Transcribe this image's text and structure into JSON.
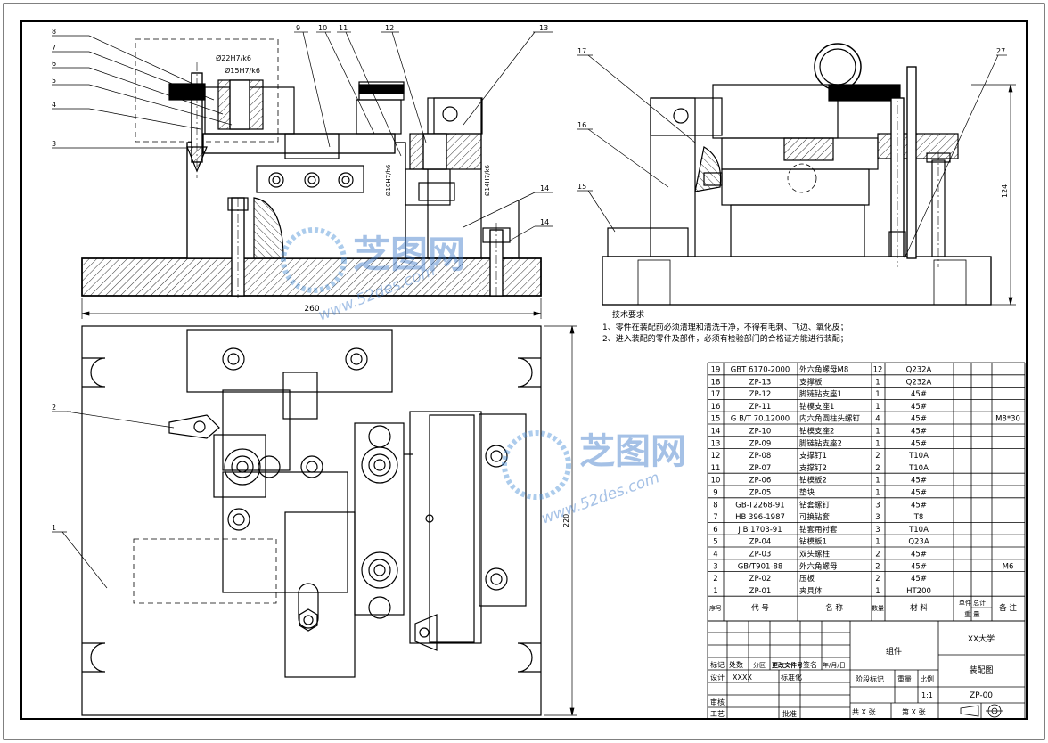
{
  "callouts": [
    "8",
    "7",
    "6",
    "5",
    "4",
    "3",
    "9",
    "10",
    "11",
    "12",
    "13",
    "14",
    "14",
    "17",
    "16",
    "15",
    "27",
    "2",
    "1"
  ],
  "fits": [
    "Ø22H7/k6",
    "Ø15H7/k6",
    "Ø10H7/h6",
    "Ø14H7/k6"
  ],
  "dimensions": {
    "width_front": "260",
    "height_top": "220",
    "height_side": "124"
  },
  "tech_requirements": {
    "title": "技术要求",
    "lines": [
      "1、零件在装配前必须清理和清洗干净，不得有毛刺、飞边、氧化皮；",
      "2、进入装配的零件及部件，必须有检验部门的合格证方能进行装配；"
    ]
  },
  "bom": [
    {
      "no": "19",
      "code": "GBT 6170-2000",
      "name": "外六角螺母M8",
      "qty": "12",
      "material": "Q232A",
      "note": ""
    },
    {
      "no": "18",
      "code": "ZP-13",
      "name": "支撑板",
      "qty": "1",
      "material": "Q232A",
      "note": ""
    },
    {
      "no": "17",
      "code": "ZP-12",
      "name": "脚链钻支座1",
      "qty": "1",
      "material": "45#",
      "note": ""
    },
    {
      "no": "16",
      "code": "ZP-11",
      "name": "钻模支座1",
      "qty": "1",
      "material": "45#",
      "note": ""
    },
    {
      "no": "15",
      "code": "G B/T 70.12000",
      "name": "内六角圆柱头螺钉",
      "qty": "4",
      "material": "45#",
      "note": "M8*30"
    },
    {
      "no": "14",
      "code": "ZP-10",
      "name": "钻模支座2",
      "qty": "1",
      "material": "45#",
      "note": ""
    },
    {
      "no": "13",
      "code": "ZP-09",
      "name": "脚链钻支座2",
      "qty": "1",
      "material": "45#",
      "note": ""
    },
    {
      "no": "12",
      "code": "ZP-08",
      "name": "支撑钉1",
      "qty": "2",
      "material": "T10A",
      "note": ""
    },
    {
      "no": "11",
      "code": "ZP-07",
      "name": "支撑钉2",
      "qty": "2",
      "material": "T10A",
      "note": ""
    },
    {
      "no": "10",
      "code": "ZP-06",
      "name": "钻模板2",
      "qty": "1",
      "material": "45#",
      "note": ""
    },
    {
      "no": "9",
      "code": "ZP-05",
      "name": "垫块",
      "qty": "1",
      "material": "45#",
      "note": ""
    },
    {
      "no": "8",
      "code": "GB-T2268-91",
      "name": "钻套螺钉",
      "qty": "3",
      "material": "45#",
      "note": ""
    },
    {
      "no": "7",
      "code": "HB 396-1987",
      "name": "可换钻套",
      "qty": "3",
      "material": "T8",
      "note": ""
    },
    {
      "no": "6",
      "code": "J B 1703-91",
      "name": "钻套用衬套",
      "qty": "3",
      "material": "T10A",
      "note": ""
    },
    {
      "no": "5",
      "code": "ZP-04",
      "name": "钻模板1",
      "qty": "1",
      "material": "Q23A",
      "note": ""
    },
    {
      "no": "4",
      "code": "ZP-03",
      "name": "双头螺柱",
      "qty": "2",
      "material": "45#",
      "note": ""
    },
    {
      "no": "3",
      "code": "GB/T901-88",
      "name": "外六角螺母",
      "qty": "2",
      "material": "45#",
      "note": "M6"
    },
    {
      "no": "2",
      "code": "ZP-02",
      "name": "压板",
      "qty": "2",
      "material": "45#",
      "note": ""
    },
    {
      "no": "1",
      "code": "ZP-01",
      "name": "夹具体",
      "qty": "1",
      "material": "HT200",
      "note": ""
    }
  ],
  "bom_header": {
    "no": "序号",
    "code": "代 号",
    "name": "名 称",
    "qty": "数量",
    "material": "材 料",
    "unit_total": "单件 总计",
    "weight": "重 量",
    "note": "备 注"
  },
  "title_block": {
    "group": "组件",
    "school": "XX大学",
    "drawing_name": "装配图",
    "drawing_no": "ZP-00",
    "mark": "标记",
    "count": "处数",
    "zone": "分区",
    "change_doc": "更改文件号",
    "sign": "签名",
    "date": "年/月/日",
    "design": "设计",
    "designer": "XXXX",
    "standard": "标准化",
    "review": "审核",
    "process": "工艺",
    "approve": "批准",
    "stage_mark": "阶段标记",
    "weight": "重量",
    "scale_label": "比例",
    "scale": "1:1",
    "sheets_total": "共 X 张",
    "sheet_no": "第 X 张"
  },
  "watermark": {
    "cn": "芝图网",
    "url": "www.52des.com"
  }
}
